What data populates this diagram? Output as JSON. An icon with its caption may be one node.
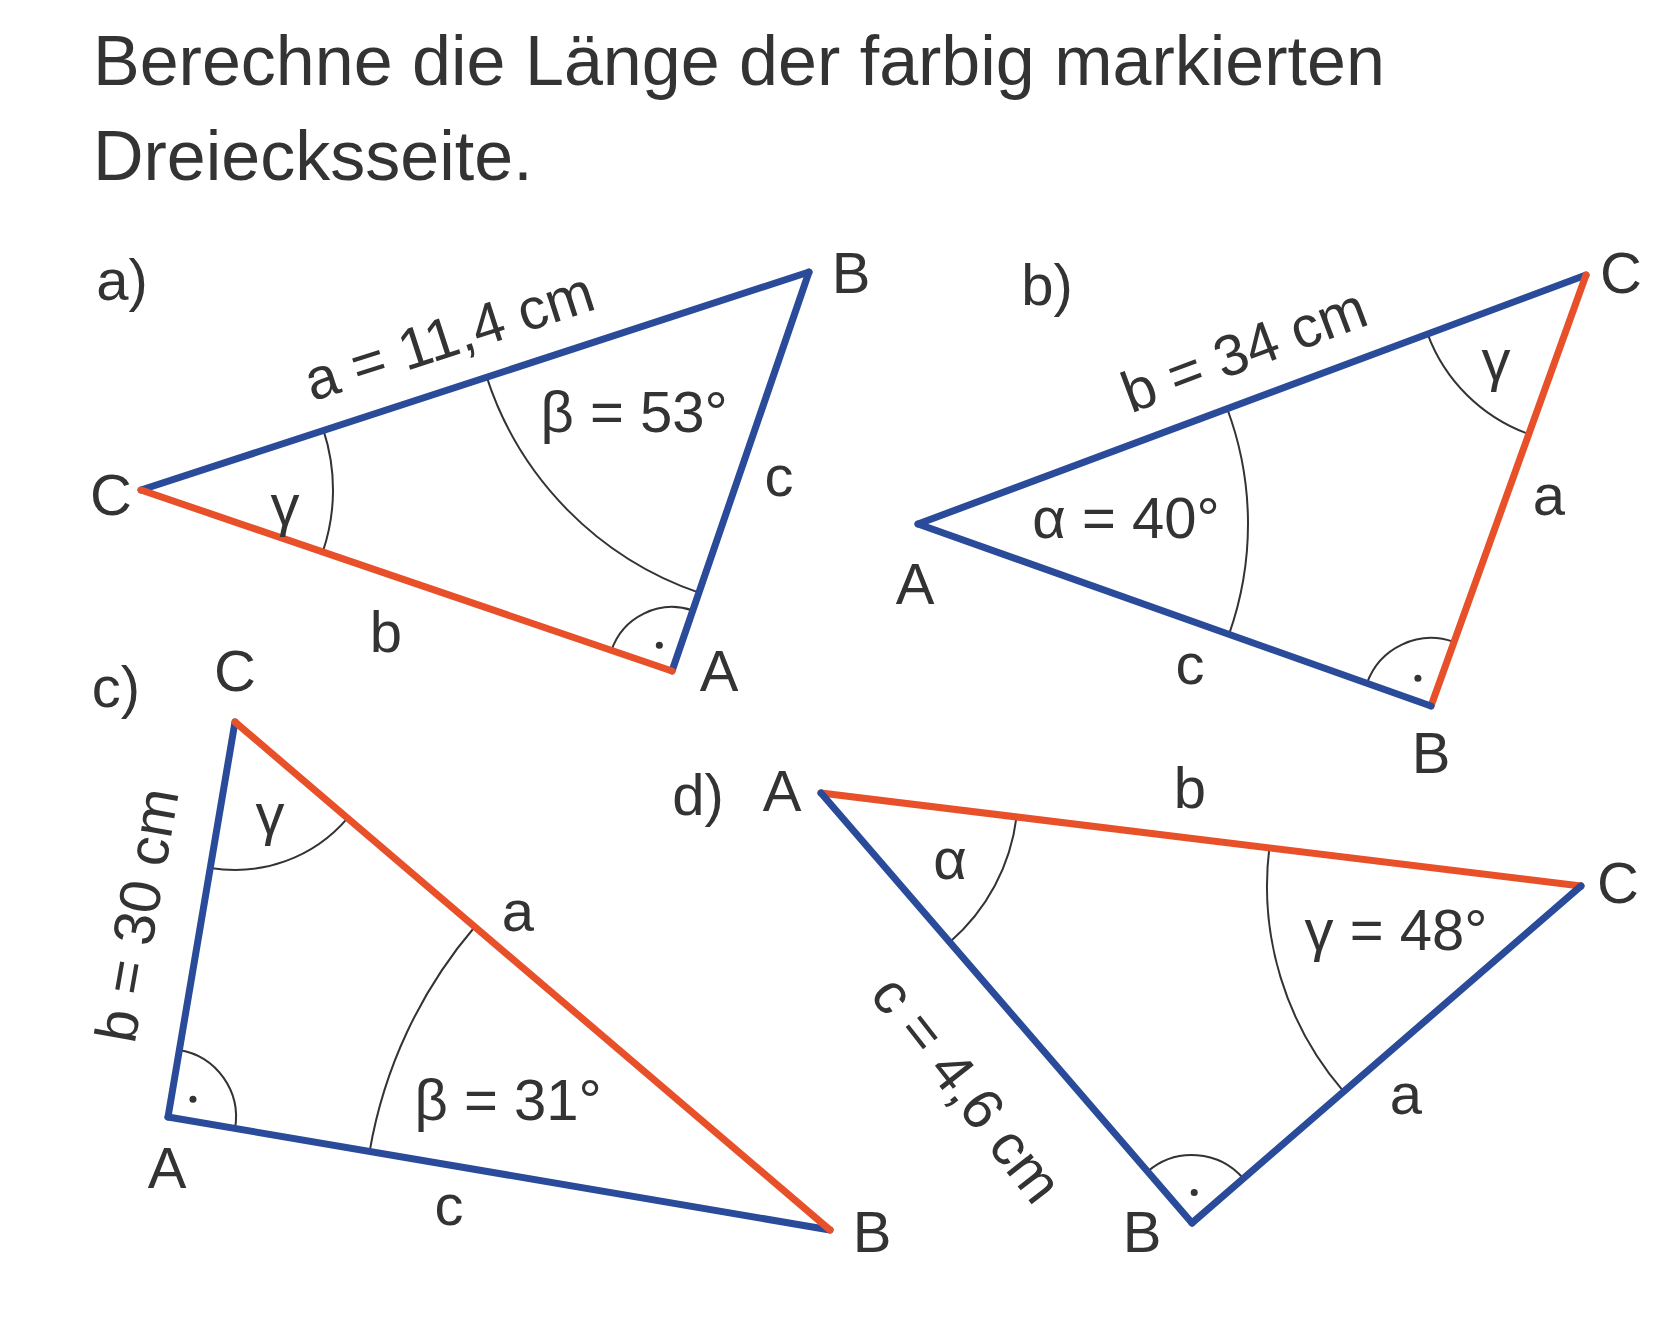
{
  "diagram": {
    "title": "Berechne die Länge der farbig markierten Dreiecksseite.",
    "labels": [
      "a)",
      "a = 11,4 cm",
      "B",
      "β = 53°",
      "c",
      "C",
      "γ",
      "b",
      "A",
      "b)",
      "C",
      "b = 34 cm",
      "γ",
      "a",
      "α = 40°",
      "A",
      "c",
      "B",
      "c)",
      "C",
      "γ",
      "b = 30 cm",
      "a",
      "β = 31°",
      "A",
      "c",
      "B",
      "d)",
      "A",
      "b",
      "α",
      "C",
      "γ = 48°",
      "c = 4,6 cm",
      "a",
      "B"
    ]
  }
}
